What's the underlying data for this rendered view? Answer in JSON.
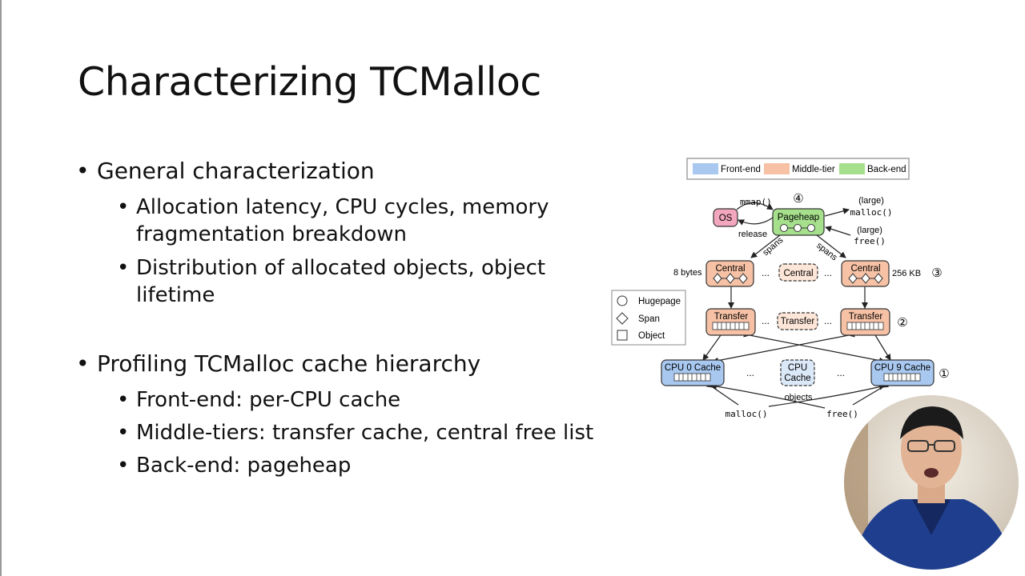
{
  "slide": {
    "title": "Characterizing TCMalloc",
    "bullets": [
      {
        "text": "General characterization",
        "sub": [
          {
            "line1": "Allocation latency, CPU cycles, memory",
            "line2": "fragmentation breakdown"
          },
          {
            "line1": "Distribution of allocated objects, object",
            "line2": "lifetime"
          }
        ]
      },
      {
        "text": "Profiling TCMalloc cache hierarchy",
        "sub": [
          {
            "line1": "Front-end: per-CPU cache"
          },
          {
            "line1": "Middle-tiers: transfer cache, central free list"
          },
          {
            "line1": "Back-end: pageheap"
          }
        ]
      }
    ]
  },
  "diagram": {
    "legend": {
      "front_end": "Front-end",
      "middle_tier": "Middle-tier",
      "back_end": "Back-end"
    },
    "shape_legend": {
      "hugepage": "Hugepage",
      "span": "Span",
      "object": "Object"
    },
    "nodes": {
      "os": "OS",
      "pageheap": "Pageheap",
      "central": "Central",
      "transfer": "Transfer",
      "cpu0": "CPU 0 Cache",
      "cpu9": "CPU 9 Cache",
      "cpu_mid_1": "CPU",
      "cpu_mid_2": "Cache"
    },
    "labels": {
      "mmap": "mmap()",
      "release": "release",
      "large1": "(large)",
      "malloc_large": "malloc()",
      "large2": "(large)",
      "free_large": "free()",
      "spans_left": "spans",
      "spans_right": "spans",
      "bytes_8": "8 bytes",
      "kb_256": "256 KB",
      "ellipsis": "...",
      "objects": "objects",
      "malloc": "malloc()",
      "free": "free()"
    },
    "tiers": {
      "t1": "①",
      "t2": "②",
      "t3": "③",
      "t4": "④"
    },
    "colors": {
      "front_end": "#a8c8f0",
      "middle_tier": "#f6c1a5",
      "back_end": "#a6e08c",
      "os": "#f2a7bf"
    }
  }
}
